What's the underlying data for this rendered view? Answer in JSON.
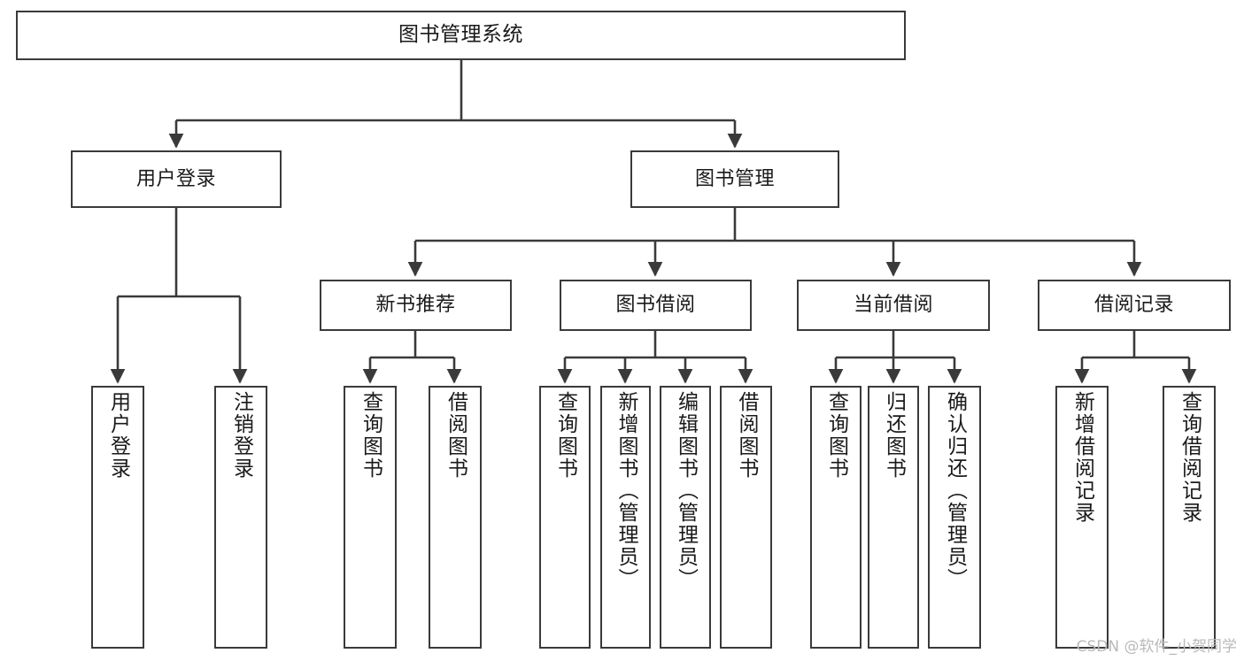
{
  "diagram": {
    "title": "图书管理系统",
    "type": "tree-hierarchy-diagram",
    "stroke_color": "#3a3a3a",
    "background_color": "#ffffff",
    "text_color": "#1a1a1a",
    "nodes": {
      "root": {
        "label": "图书管理系统"
      },
      "level2": [
        {
          "label": "用户登录"
        },
        {
          "label": "图书管理"
        }
      ],
      "level3": [
        {
          "label": "新书推荐"
        },
        {
          "label": "图书借阅"
        },
        {
          "label": "当前借阅"
        },
        {
          "label": "借阅记录"
        }
      ],
      "leaves": {
        "user_login": [
          {
            "label": "用户登录"
          },
          {
            "label": "注销登录"
          }
        ],
        "new_book_recommend": [
          {
            "label": "查询图书"
          },
          {
            "label": "借阅图书"
          }
        ],
        "book_borrow": [
          {
            "label": "查询图书"
          },
          {
            "label": "新增图书（管理员）"
          },
          {
            "label": "编辑图书（管理员）"
          },
          {
            "label": "借阅图书"
          }
        ],
        "current_borrow": [
          {
            "label": "查询图书"
          },
          {
            "label": "归还图书"
          },
          {
            "label": "确认归还（管理员）"
          }
        ],
        "borrow_record": [
          {
            "label": "新增借阅记录"
          },
          {
            "label": "查询借阅记录"
          }
        ]
      }
    }
  },
  "watermark": {
    "text": "CSDN @软件_小贺同学"
  }
}
